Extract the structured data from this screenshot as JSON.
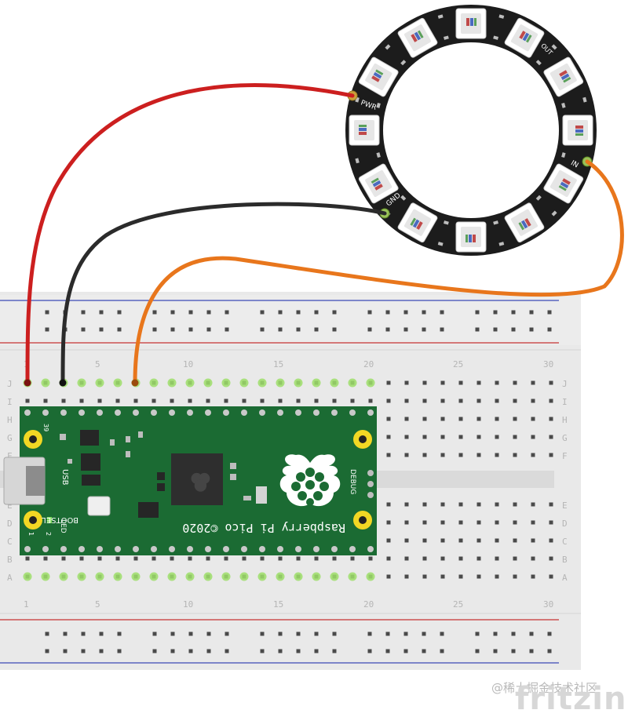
{
  "breadboard": {
    "row_letters_top": [
      "J",
      "I",
      "H",
      "G",
      "F"
    ],
    "row_letters_bottom": [
      "E",
      "D",
      "C",
      "B",
      "A"
    ],
    "column_numbers": [
      "1",
      "5",
      "10",
      "15",
      "20",
      "25",
      "30"
    ]
  },
  "pico": {
    "name_text": "Raspberry Pi Pico ©2020",
    "usb_label": "USB",
    "led_label": "LED",
    "bootsel_label": "BOOTSEL",
    "debug_label": "DEBUG",
    "pin_39": "39",
    "pin_1": "1",
    "pin_2": "2"
  },
  "ring": {
    "pwr_label": "PWR",
    "gnd_label": "GND",
    "in_label": "IN",
    "out_label": "OUT"
  },
  "wires": {
    "power_color": "#cc1f1f",
    "ground_color": "#2b2b2b",
    "data_color": "#e8761c"
  },
  "branding": {
    "logo_text": "fritzing",
    "watermark_text": "@稀土掘金技术社区"
  }
}
